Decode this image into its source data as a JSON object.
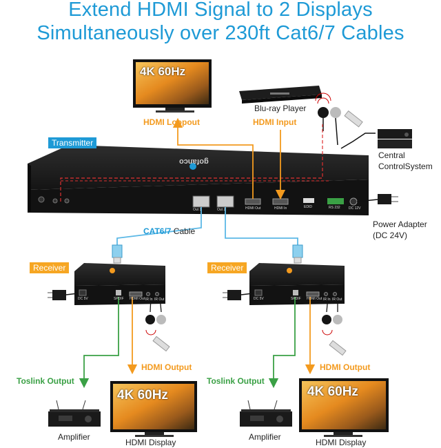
{
  "title_line1": "Extend HDMI Signal to 2 Displays",
  "title_line2": "Simultaneously over 230ft Cat6/7 Cables",
  "labels": {
    "top_screen": "4K 60Hz",
    "bluray": "Blu-ray Player",
    "hdmi_loopout": "HDMI Loopout",
    "hdmi_input": "HDMI Input",
    "transmitter": "Transmitter",
    "central_line1": "Central",
    "central_line2": "ControlSystem",
    "power_line1": "Power Adapter",
    "power_line2": "(DC 24V)",
    "cable_bold": "CAT6/7",
    "cable_rest": " Cable",
    "receiver_left": "Receiver",
    "receiver_right": "Receiver",
    "hdmi_output_left": "HDMI Output",
    "hdmi_output_right": "HDMI Output",
    "toslink_left": "Toslink Output",
    "toslink_right": "Toslink Output",
    "screen_left": "4K 60Hz",
    "screen_right": "4K 60Hz",
    "amp_left": "Amplifier",
    "amp_right": "Amplifier",
    "display_left": "HDMI Display",
    "display_right": "HDMI Display"
  },
  "device_text": {
    "brand": "gofanco",
    "tx_ports": [
      "Out 1",
      "Out 2",
      "HDMI Out",
      "HDMI In",
      "EDID",
      "RS 232",
      "DC 12V"
    ],
    "rx_ports": [
      "DC 5V",
      "SPDIF",
      "HDMI Out",
      "IR In",
      "IR Out"
    ]
  },
  "colors": {
    "title": "#1e9ad6",
    "orange": "#f39a1e",
    "green": "#3aa045",
    "blue_cable": "#5bb8e6",
    "device": "#1c1c1c",
    "ir_red": "#e03030"
  }
}
